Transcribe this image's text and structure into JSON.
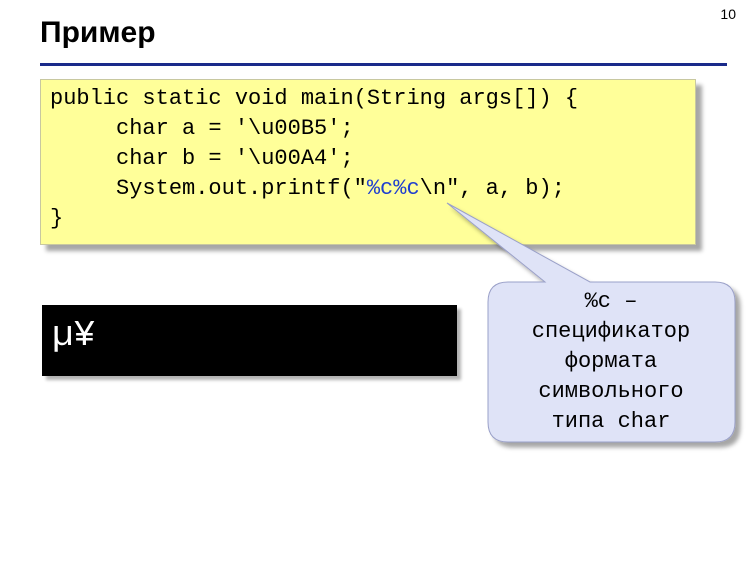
{
  "slide": {
    "page_number": "10",
    "title": "Пример"
  },
  "code": {
    "lines": [
      "public static void main(String args[]) {",
      "     char a = '\\u00B5';",
      "     char b = '\\u00A4';",
      "     System.out.printf(\"",
      "}"
    ],
    "printf_highlight": "%c%c",
    "printf_rest": "\\n\", a, b);",
    "background": "#ffff99",
    "highlight_color": "#1f3fcf"
  },
  "console": {
    "output": "µ¥",
    "background": "#000000"
  },
  "callout": {
    "lines": [
      "%c –",
      "спецификатор",
      "формата",
      "символьного",
      "типа char"
    ],
    "fill": "#dfe3f7"
  }
}
